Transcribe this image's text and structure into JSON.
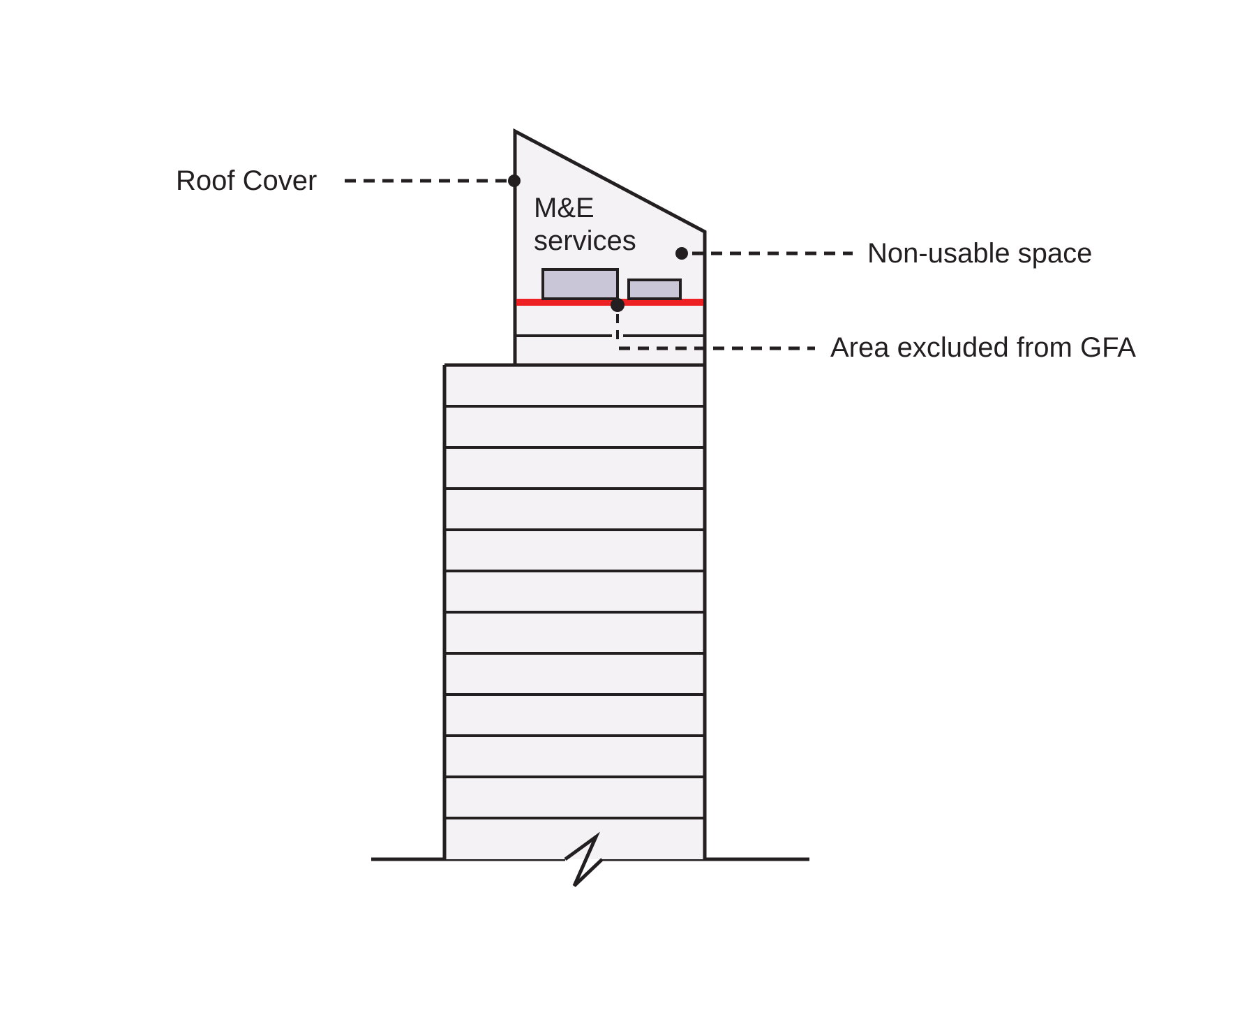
{
  "diagram": {
    "title_context": "Building section showing roof cover and area excluded from GFA",
    "labels": {
      "roof_cover": "Roof Cover",
      "me_services_line1": "M&E",
      "me_services_line2": "services",
      "non_usable": "Non-usable space",
      "area_excluded": "Area excluded from GFA"
    },
    "building": {
      "floor_count": 12,
      "equipment_boxes": 2
    },
    "colors": {
      "background": "#ffffff",
      "outline": "#231f20",
      "building_fill": "#f5f2f5",
      "equipment_fill": "#c9c6d8",
      "gfa_line": "#ed2024",
      "text": "#231f20"
    }
  }
}
